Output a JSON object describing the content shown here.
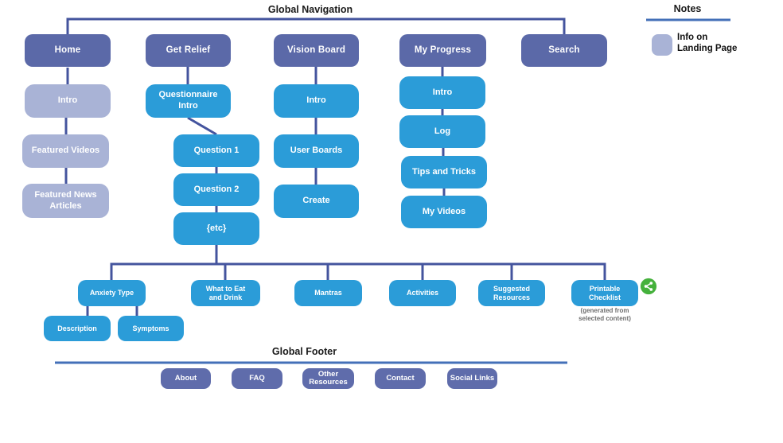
{
  "header": {
    "title": "Global Navigation"
  },
  "legend": {
    "title": "Notes",
    "label": "Info on\nLanding Page"
  },
  "footer": {
    "title": "Global Footer"
  },
  "caption": {
    "printable_checklist_note": "(generated from\nselected content)"
  },
  "icons": {
    "share": "share-icon"
  },
  "colors": {
    "nav": "#5b69a8",
    "landing": "#a9b3d6",
    "content": "#2b9cd8",
    "footer_box": "#5f6cab",
    "line": "#44549e",
    "rule": "#4470b8",
    "share": "#45b13c",
    "caption": "#6e6e6e",
    "heading": "#1a1a1a"
  },
  "nodes": [
    {
      "id": "home",
      "label": "Home",
      "kind": "nav"
    },
    {
      "id": "get-relief",
      "label": "Get Relief",
      "kind": "nav"
    },
    {
      "id": "vision-board",
      "label": "Vision Board",
      "kind": "nav"
    },
    {
      "id": "my-progress",
      "label": "My Progress",
      "kind": "nav"
    },
    {
      "id": "search",
      "label": "Search",
      "kind": "nav"
    },
    {
      "id": "home-intro",
      "label": "Intro",
      "kind": "landing"
    },
    {
      "id": "featured-videos",
      "label": "Featured Videos",
      "kind": "landing"
    },
    {
      "id": "featured-news-articles",
      "label": "Featured News\nArticles",
      "kind": "landing"
    },
    {
      "id": "questionnaire-intro",
      "label": "Questionnaire\nIntro",
      "kind": "content"
    },
    {
      "id": "question-1",
      "label": "Question 1",
      "kind": "content"
    },
    {
      "id": "question-2",
      "label": "Question 2",
      "kind": "content"
    },
    {
      "id": "etc",
      "label": "{etc}",
      "kind": "content"
    },
    {
      "id": "vision-intro",
      "label": "Intro",
      "kind": "content"
    },
    {
      "id": "user-boards",
      "label": "User Boards",
      "kind": "content"
    },
    {
      "id": "create",
      "label": "Create",
      "kind": "content"
    },
    {
      "id": "progress-intro",
      "label": "Intro",
      "kind": "content"
    },
    {
      "id": "log",
      "label": "Log",
      "kind": "content"
    },
    {
      "id": "tips-and-tricks",
      "label": "Tips and Tricks",
      "kind": "content"
    },
    {
      "id": "my-videos",
      "label": "My Videos",
      "kind": "content"
    },
    {
      "id": "anxiety-type",
      "label": "Anxiety Type",
      "kind": "content",
      "small": true
    },
    {
      "id": "what-to-eat-and-drink",
      "label": "What to Eat\nand Drink",
      "kind": "content",
      "small": true
    },
    {
      "id": "mantras",
      "label": "Mantras",
      "kind": "content",
      "small": true
    },
    {
      "id": "activities",
      "label": "Activities",
      "kind": "content",
      "small": true
    },
    {
      "id": "suggested-resources",
      "label": "Suggested\nResources",
      "kind": "content",
      "small": true
    },
    {
      "id": "printable-checklist",
      "label": "Printable\nChecklist",
      "kind": "content",
      "small": true
    },
    {
      "id": "description",
      "label": "Description",
      "kind": "content",
      "small": true
    },
    {
      "id": "symptoms",
      "label": "Symptoms",
      "kind": "content",
      "small": true
    },
    {
      "id": "about",
      "label": "About",
      "kind": "footer"
    },
    {
      "id": "faq",
      "label": "FAQ",
      "kind": "footer"
    },
    {
      "id": "other-resources",
      "label": "Other\nResources",
      "kind": "footer"
    },
    {
      "id": "contact",
      "label": "Contact",
      "kind": "footer"
    },
    {
      "id": "social-links",
      "label": "Social Links",
      "kind": "footer"
    }
  ]
}
